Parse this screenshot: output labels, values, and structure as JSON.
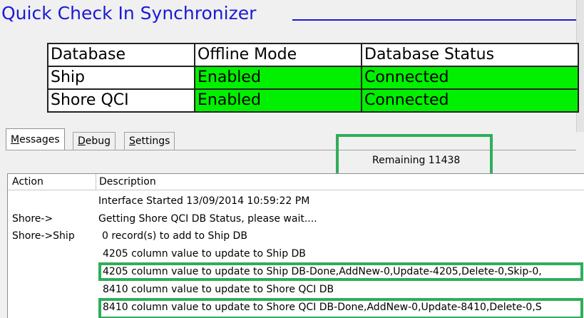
{
  "header": {
    "title": "Quick Check In Synchronizer"
  },
  "status_table": {
    "columns": [
      "Database",
      "Offline Mode",
      "Database Status"
    ],
    "rows": [
      {
        "database": "Ship",
        "offline_mode": "Enabled",
        "status": "Connected"
      },
      {
        "database": "Shore QCI",
        "offline_mode": "Enabled",
        "status": "Connected"
      }
    ],
    "colors": {
      "ok": "#00f000"
    }
  },
  "tabs": [
    {
      "accel": "M",
      "rest": "essages",
      "active": true
    },
    {
      "accel": "D",
      "rest": "ebug",
      "active": false
    },
    {
      "accel": "S",
      "rest": "ettings",
      "active": false
    }
  ],
  "remaining": {
    "text": "Remaining 11438"
  },
  "messages": {
    "columns": {
      "action": "Action",
      "description": "Description"
    },
    "rows": [
      {
        "action": "",
        "description": "Interface Started 13/09/2014 10:59:22 PM"
      },
      {
        "action": "Shore->",
        "description": "Getting Shore QCI DB Status, please wait...."
      },
      {
        "action": "Shore->Ship",
        "description": "0 record(s) to add to Ship DB"
      },
      {
        "action": "",
        "description": "4205 column value to update to Ship DB"
      },
      {
        "action": "",
        "description": "4205 column value to update to Ship DB-Done,AddNew-0,Update-4205,Delete-0,Skip-0,"
      },
      {
        "action": "",
        "description": "8410 column value to update to Shore QCI DB"
      },
      {
        "action": "",
        "description": "8410 column value to update to Shore QCI DB-Done,AddNew-0,Update-8410,Delete-0,S"
      }
    ]
  },
  "highlight_color": "#2fae5a"
}
